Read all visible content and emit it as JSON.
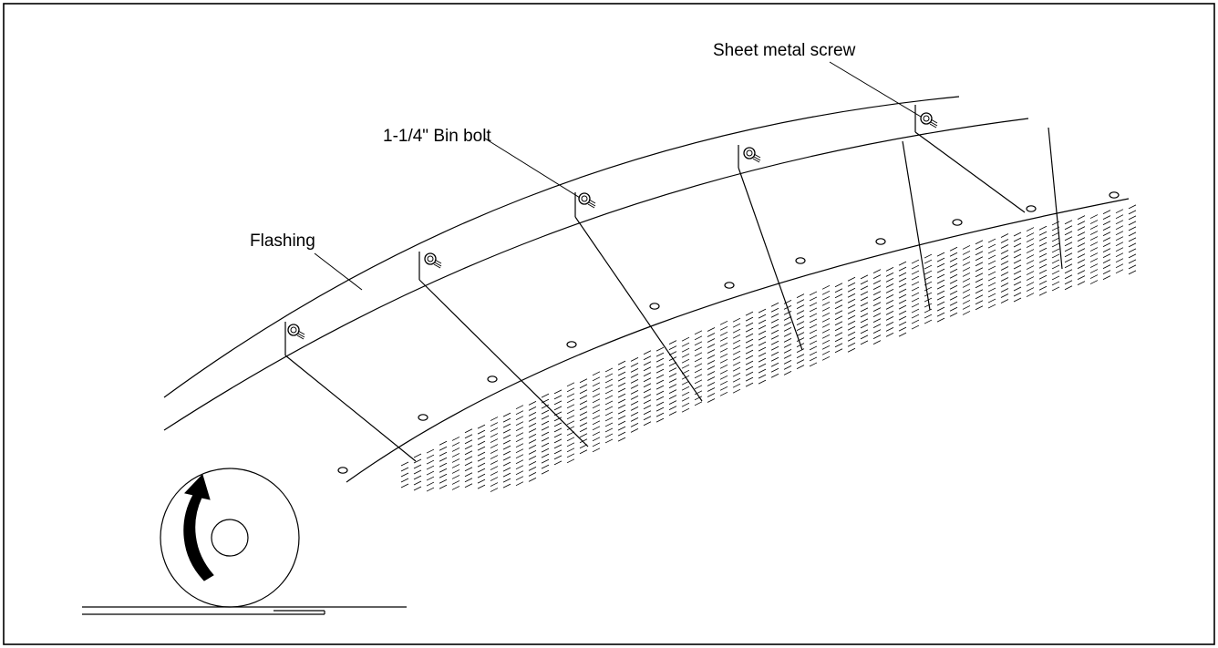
{
  "labels": {
    "sheet_metal_screw": "Sheet metal screw",
    "bin_bolt": "1-1/4\" Bin bolt",
    "flashing": "Flashing"
  },
  "colors": {
    "line": "#000000",
    "background": "#ffffff"
  },
  "icons": {
    "rotation": "curved-arrow-rotate-ccw-icon"
  }
}
